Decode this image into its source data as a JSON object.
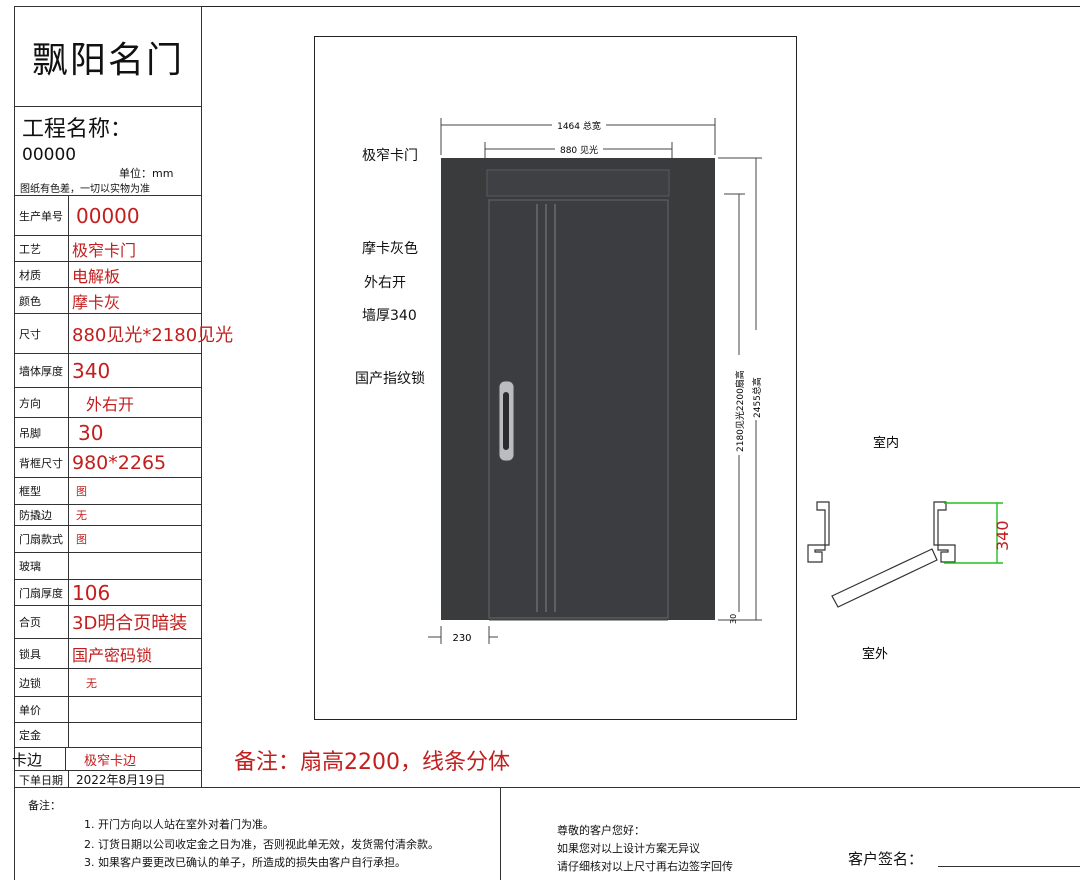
{
  "company": "飘阳名门",
  "project": {
    "label": "工程名称：",
    "value": "00000",
    "unit": "单位：mm",
    "notice": "图纸有色差，一切以实物为准"
  },
  "fields": [
    {
      "label": "生产单号",
      "value": "00000"
    },
    {
      "label": "工艺",
      "value": "极窄卡门"
    },
    {
      "label": "材质",
      "value": "电解板"
    },
    {
      "label": "颜色",
      "value": "摩卡灰"
    },
    {
      "label": "尺寸",
      "value": "880见光*2180见光"
    },
    {
      "label": "墙体厚度",
      "value": "340"
    },
    {
      "label": "方向",
      "value": "外右开"
    },
    {
      "label": "吊脚",
      "value": "30"
    },
    {
      "label": "背框尺寸",
      "value": "980*2265"
    },
    {
      "label": "框型",
      "value": "图"
    },
    {
      "label": "防撬边",
      "value": "无"
    },
    {
      "label": "门扇款式",
      "value": "图"
    },
    {
      "label": "玻璃",
      "value": ""
    },
    {
      "label": "门扇厚度",
      "value": "106"
    },
    {
      "label": "合页",
      "value": "3D明合页暗装"
    },
    {
      "label": "锁具",
      "value": "国产密码锁"
    },
    {
      "label": "边锁",
      "value": "无"
    },
    {
      "label": "单价",
      "value": ""
    },
    {
      "label": "定金",
      "value": ""
    },
    {
      "label": "卡边",
      "value": "极窄卡边"
    },
    {
      "label": "下单日期",
      "value": "2022年8月19日"
    }
  ],
  "drawing": {
    "labels": [
      "极窄卡门",
      "摩卡灰色",
      "外右开",
      "墙厚340",
      "国产指纹锁"
    ],
    "dims": {
      "total_width": "1464 总宽",
      "clear_width": "880 见光",
      "clear_height": "2180见光2200扇高",
      "total_height": "2455总高",
      "frame_side": "230",
      "bottom_gap": "30"
    }
  },
  "plan": {
    "inside": "室内",
    "outside": "室外",
    "wall": "340"
  },
  "remark": "备注：扇高2200，线条分体",
  "notes": {
    "title": "备注：",
    "items": [
      "1. 开门方向以人站在室外对着门为准。",
      "2. 订货日期以公司收定金之日为准，否则视此单无效，发货需付清余款。",
      "3. 如果客户要更改已确认的单子，所造成的损失由客户自行承担。"
    ]
  },
  "customer": {
    "lines": [
      "尊敬的客户您好：",
      "如果您对以上设计方案无异议",
      "请仔细核对以上尺寸再右边签字回传"
    ],
    "sign_label": "客户签名："
  }
}
